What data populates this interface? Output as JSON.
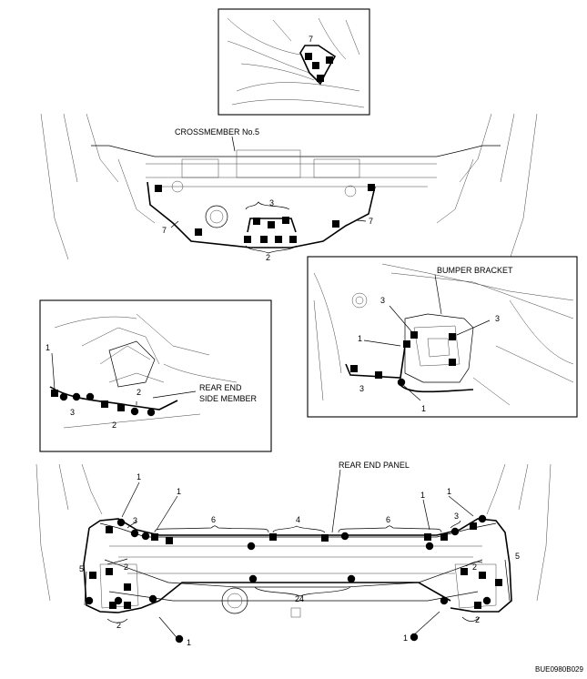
{
  "labels": {
    "crossmember": "CROSSMEMBER No.5",
    "bumper_bracket": "BUMPER BRACKET",
    "rear_end_side_member_1": "REAR END",
    "rear_end_side_member_2": "SIDE MEMBER",
    "rear_end_panel": "REAR END PANEL",
    "figure_code": "BUE0980B029"
  },
  "callouts": {
    "n1": "1",
    "n2": "2",
    "n3": "3",
    "n4": "4",
    "n5": "5",
    "n6": "6",
    "n7": "7",
    "n24": "24"
  },
  "legend_symbols": {
    "square": "square-weld-marker",
    "circle": "circle-weld-marker"
  }
}
